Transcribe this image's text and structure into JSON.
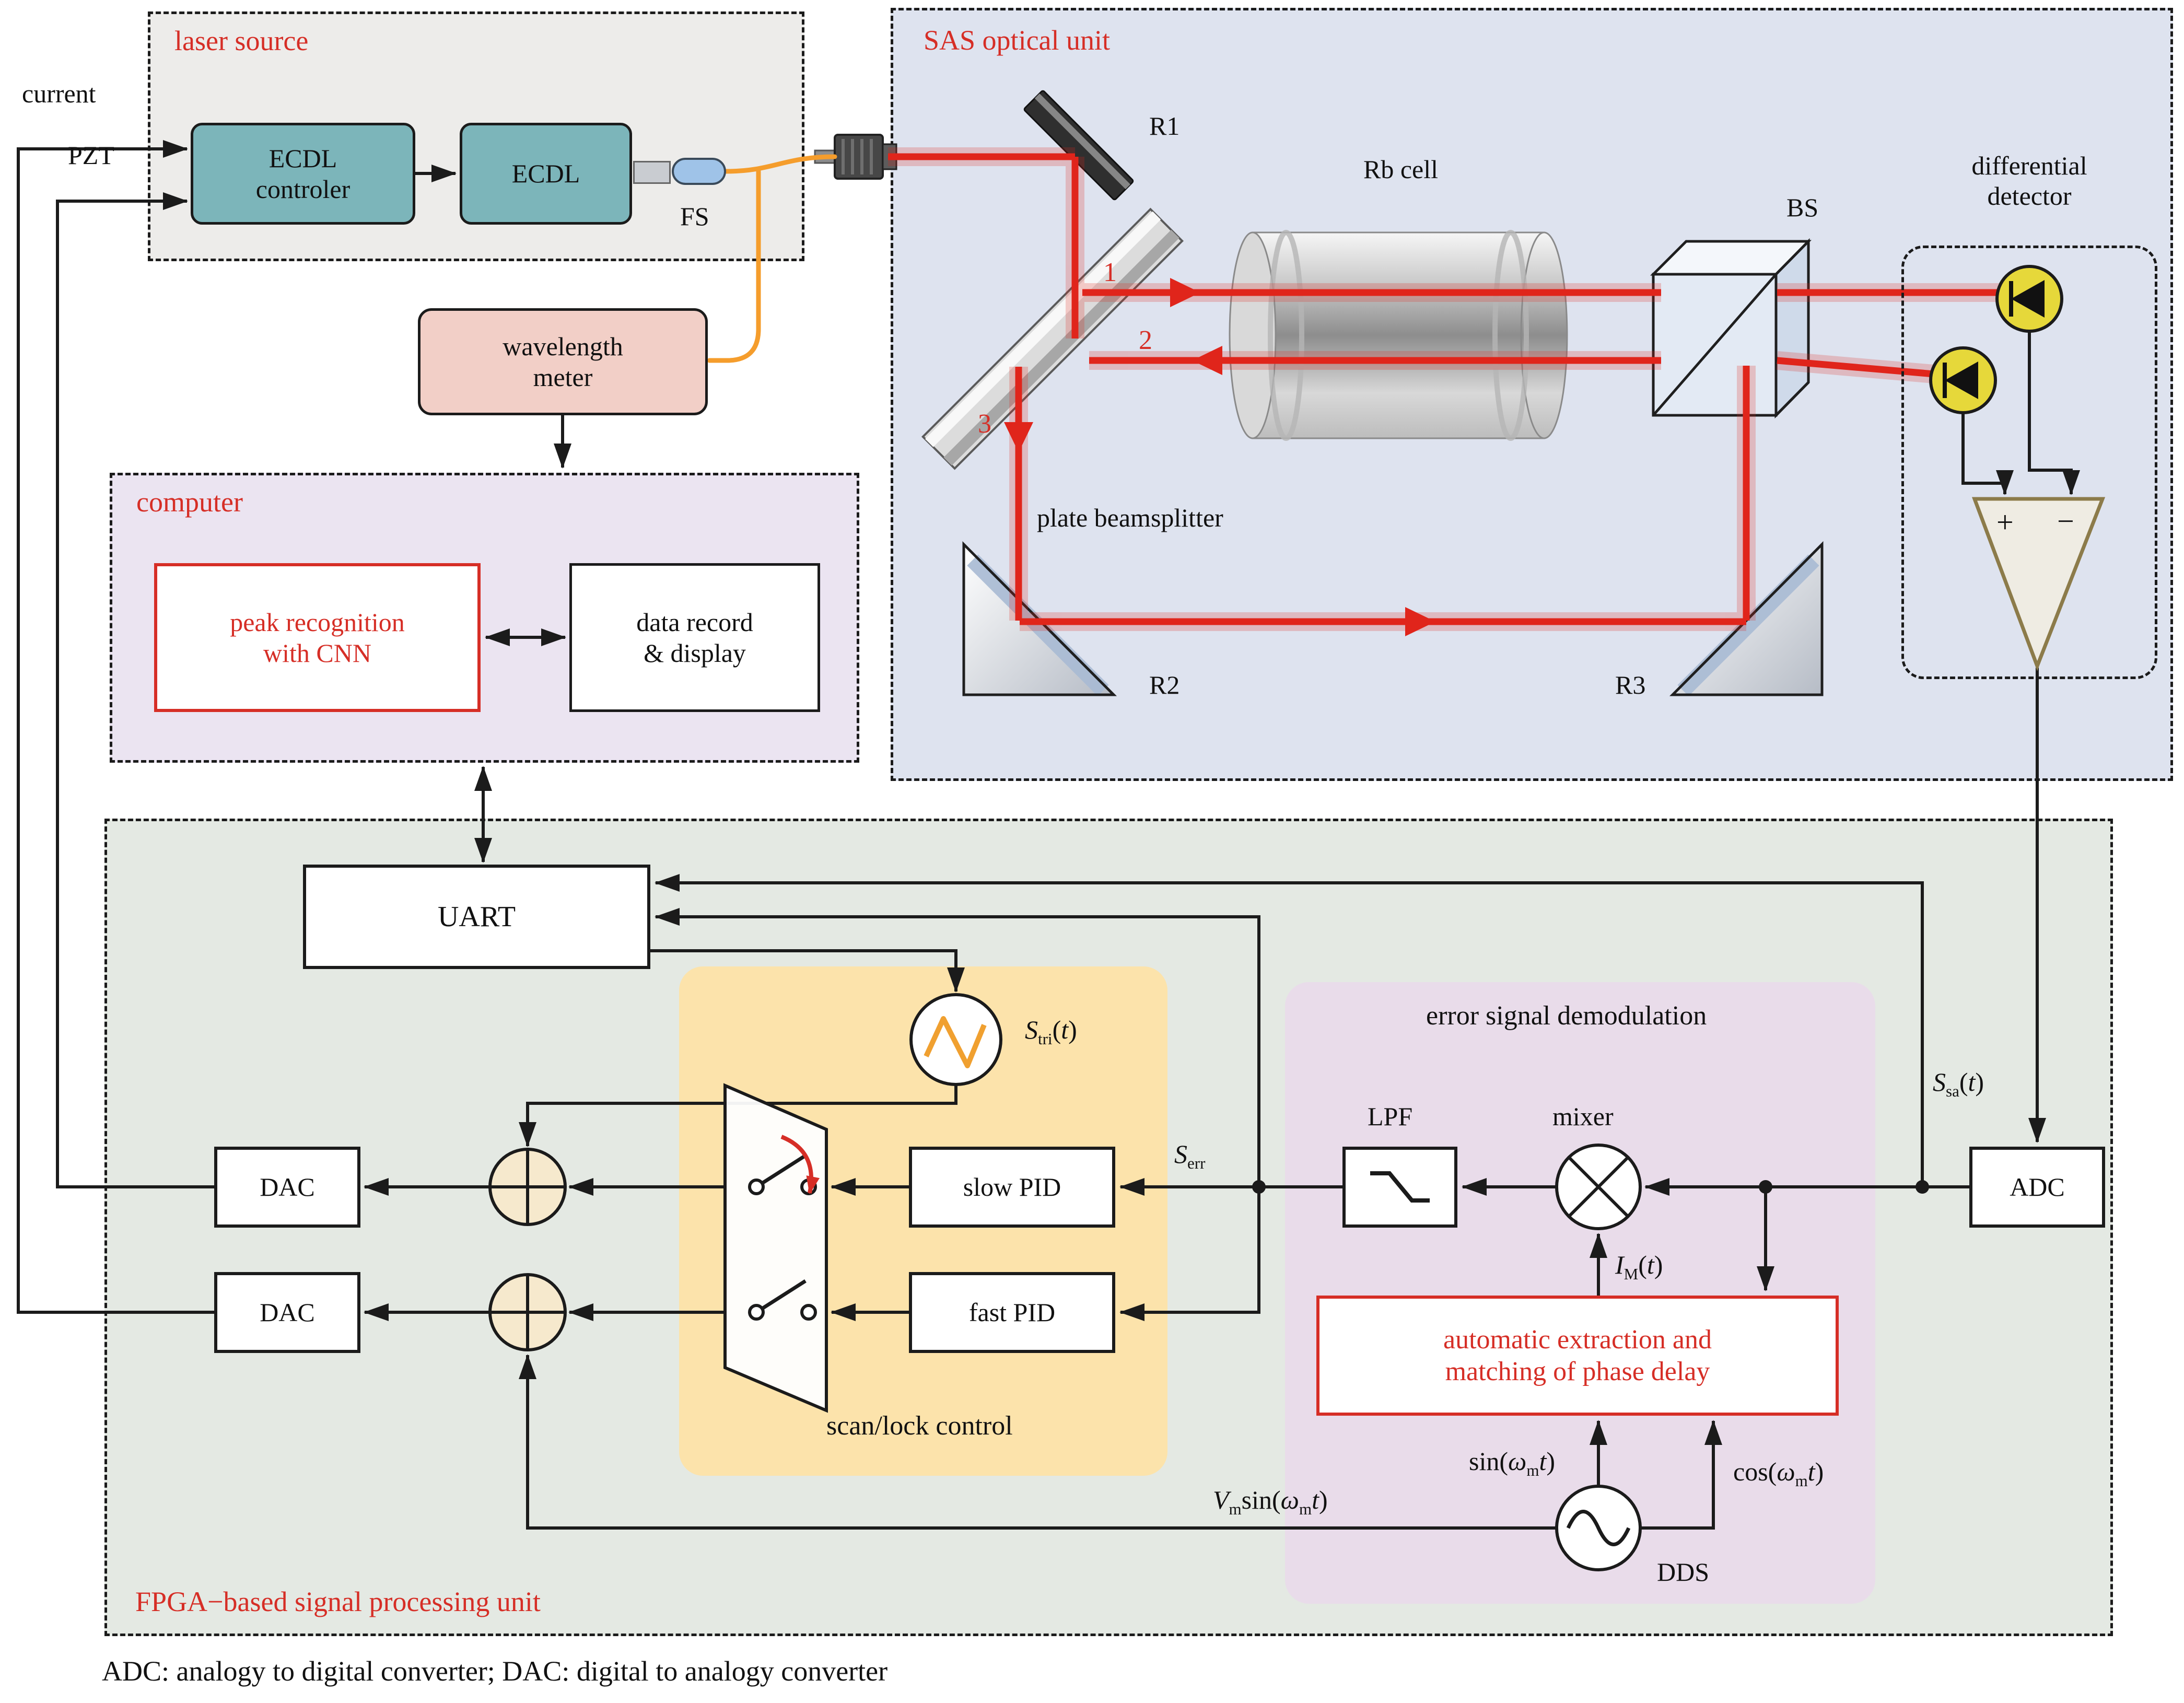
{
  "laser": {
    "title": "laser source",
    "current": "current",
    "pzt": "PZT",
    "controller_lines": [
      "ECDL",
      "controler"
    ],
    "ecdl": "ECDL",
    "fs": "FS"
  },
  "wavelength": {
    "lines": [
      "wavelength",
      "meter"
    ]
  },
  "computer": {
    "title": "computer",
    "peak_lines": [
      "peak recognition",
      "with CNN"
    ],
    "record_lines": [
      "data record",
      "& display"
    ]
  },
  "sas": {
    "title": "SAS optical unit",
    "r1": "R1",
    "r2": "R2",
    "r3": "R3",
    "rb_cell": "Rb cell",
    "bs": "BS",
    "plate": "plate beamsplitter",
    "detector_lines": [
      "differential",
      "detector"
    ],
    "beam1": "1",
    "beam2": "2",
    "beam3": "3",
    "plus": "+",
    "minus": "−"
  },
  "fpga": {
    "title": "FPGA−based signal processing unit",
    "uart": "UART",
    "dac_top": "DAC",
    "dac_bottom": "DAC",
    "adc": "ADC",
    "slow_pid": "slow PID",
    "fast_pid": "fast PID",
    "lpf": "LPF",
    "mixer": "mixer",
    "dds": "DDS",
    "scan_lock": "scan/lock control",
    "demod": "error signal demodulation",
    "auto_lines": [
      "automatic extraction and",
      "matching of phase delay"
    ]
  },
  "math": {
    "s_tri": [
      {
        "t": "S",
        "i": 1
      },
      {
        "sub": "tri"
      },
      {
        "t": "("
      },
      {
        "t": "t",
        "i": 1
      },
      {
        "t": ")"
      }
    ],
    "s_err": [
      {
        "t": "S",
        "i": 1
      },
      {
        "sub": "err"
      }
    ],
    "s_sa": [
      {
        "t": "S",
        "i": 1
      },
      {
        "sub": "sa"
      },
      {
        "t": "("
      },
      {
        "t": "t",
        "i": 1
      },
      {
        "t": ")"
      }
    ],
    "i_m": [
      {
        "t": "I",
        "i": 1
      },
      {
        "sub": "M"
      },
      {
        "t": "("
      },
      {
        "t": "t",
        "i": 1
      },
      {
        "t": ")"
      }
    ],
    "sin": [
      {
        "t": "sin("
      },
      {
        "t": "ω",
        "i": 1
      },
      {
        "sub": "m"
      },
      {
        "t": "t",
        "i": 1
      },
      {
        "t": ")"
      }
    ],
    "cos": [
      {
        "t": "cos("
      },
      {
        "t": "ω",
        "i": 1
      },
      {
        "sub": "m"
      },
      {
        "t": "t",
        "i": 1
      },
      {
        "t": ")"
      }
    ],
    "vsin": [
      {
        "t": "V",
        "i": 1
      },
      {
        "sub": "m"
      },
      {
        "t": "sin("
      },
      {
        "t": "ω",
        "i": 1
      },
      {
        "sub": "m"
      },
      {
        "t": "t",
        "i": 1
      },
      {
        "t": ")"
      }
    ]
  },
  "caption": "ADC: analogy to digital converter; DAC: digital to analogy converter",
  "colors": {
    "red": "#d62e26",
    "orange_fiber": "#f59d2c",
    "teal_box": "#7cb5ba",
    "laser_bg": "#edecea",
    "sas_bg": "#dee3ef",
    "computer_bg": "#ebe4f1",
    "fpga_bg": "#e4e9e3",
    "scan_bg": "#fce3ab",
    "demod_bg": "#e9dcea",
    "detector_yellow": "#e6d83a"
  }
}
